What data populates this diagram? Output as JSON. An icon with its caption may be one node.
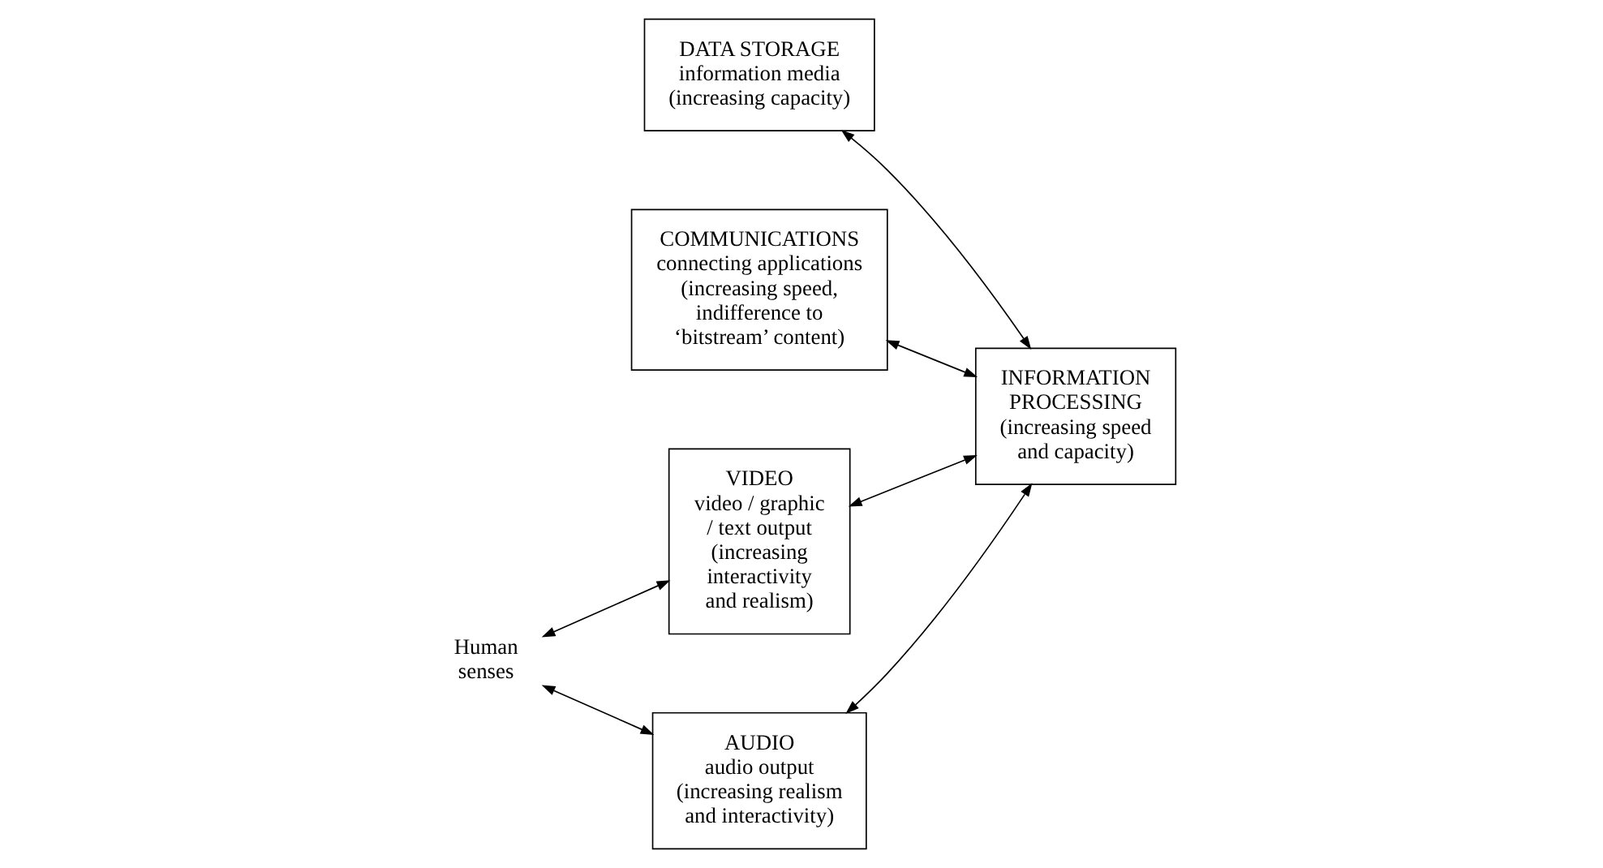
{
  "diagram": {
    "nodes": [
      {
        "text": [
          "VIDEO",
          "video / graphic / text output (increasing interactivity and realism)"
        ]
      },
      {
        "text": [
          "DATA STORAGE",
          "information media (increasing capacity)"
        ]
      },
      {
        "text": [
          "Human senses"
        ]
      },
      {
        "text": [
          "INFORMATION PROCESSING",
          "(increasing speed and capacity)"
        ]
      },
      {
        "text": [
          "AUDIO",
          "audio output (increasing realism and interactivity)"
        ]
      },
      {
        "text": [
          "COMMUNICATIONS",
          "connecting applications (increasing speed, indifference to ‘bitstream’ content)"
        ]
      }
    ],
    "edges": [
      {
        "from": 0,
        "to": 3,
        "arrow": "both"
      },
      {
        "from": 1,
        "to": 3,
        "arrow": "both"
      },
      {
        "from": 2,
        "to": 0,
        "arrow": "both"
      },
      {
        "from": 2,
        "to": 4,
        "arrow": "both"
      },
      {
        "from": 4,
        "to": 3,
        "arrow": "both"
      },
      {
        "from": 3,
        "to": 5,
        "arrow": "both"
      }
    ]
  }
}
